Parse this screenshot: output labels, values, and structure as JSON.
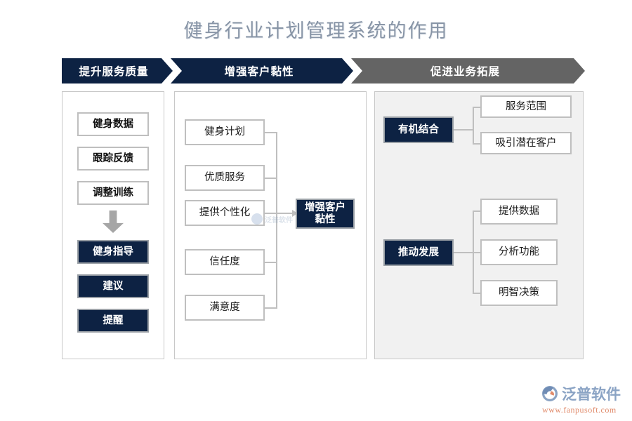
{
  "title": "健身行业计划管理系统的作用",
  "banner": {
    "steps": [
      {
        "label": "提升服务质量",
        "color": "#0d2243"
      },
      {
        "label": "增强客户黏性",
        "color": "#0d2243"
      },
      {
        "label": "促进业务拓展",
        "color": "#646464"
      }
    ]
  },
  "columns": {
    "left": {
      "inputs": [
        {
          "label": "健身数据"
        },
        {
          "label": "跟踪反馈"
        },
        {
          "label": "调整训练"
        }
      ],
      "arrow_icon": "down-arrow-icon",
      "outputs": [
        {
          "label": "健身指导"
        },
        {
          "label": "建议"
        },
        {
          "label": "提醒"
        }
      ]
    },
    "middle": {
      "factors": [
        {
          "label": "健身计划"
        },
        {
          "label": "优质服务"
        },
        {
          "label": "提供个性化"
        },
        {
          "label": "信任度"
        },
        {
          "label": "满意度"
        }
      ],
      "result": {
        "line1": "增强客户",
        "line2": "黏性"
      }
    },
    "right": {
      "groups": [
        {
          "source": "有机结合",
          "targets": [
            {
              "label": "服务范围"
            },
            {
              "label": "吸引潜在客户"
            }
          ]
        },
        {
          "source": "推动发展",
          "targets": [
            {
              "label": "提供数据"
            },
            {
              "label": "分析功能"
            },
            {
              "label": "明智决策"
            }
          ]
        }
      ]
    }
  },
  "watermark": {
    "text": "泛普软件"
  },
  "brand": {
    "name": "泛普软件",
    "url": "www.fanpusoft.com"
  },
  "colors": {
    "navy": "#0d2243",
    "gray": "#646464",
    "border": "#bfbfbf",
    "panel_right_bg": "#f1f1f1",
    "title": "#8794a6",
    "brand_blue": "#8aa3c4",
    "brand_orange": "#e08a6a"
  }
}
